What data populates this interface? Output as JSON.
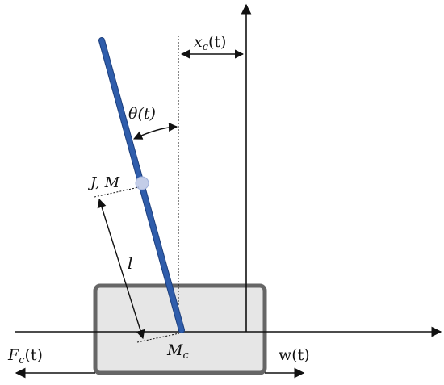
{
  "labels": {
    "xc": "x",
    "xc_sub": "c",
    "xc_arg": "(t)",
    "theta": "θ(t)",
    "jm": "J, M",
    "length": "l",
    "mc": "M",
    "mc_sub": "c",
    "fc": "F",
    "fc_sub": "c",
    "fc_arg": "(t)",
    "w": "w(t)"
  },
  "colors": {
    "pendulum": "#2f5dab",
    "pendulum_edge": "#1d3f7d",
    "cart_fill": "#e6e6e6",
    "cart_stroke": "#666666",
    "joint": "#c3cde8",
    "line": "#111111"
  }
}
